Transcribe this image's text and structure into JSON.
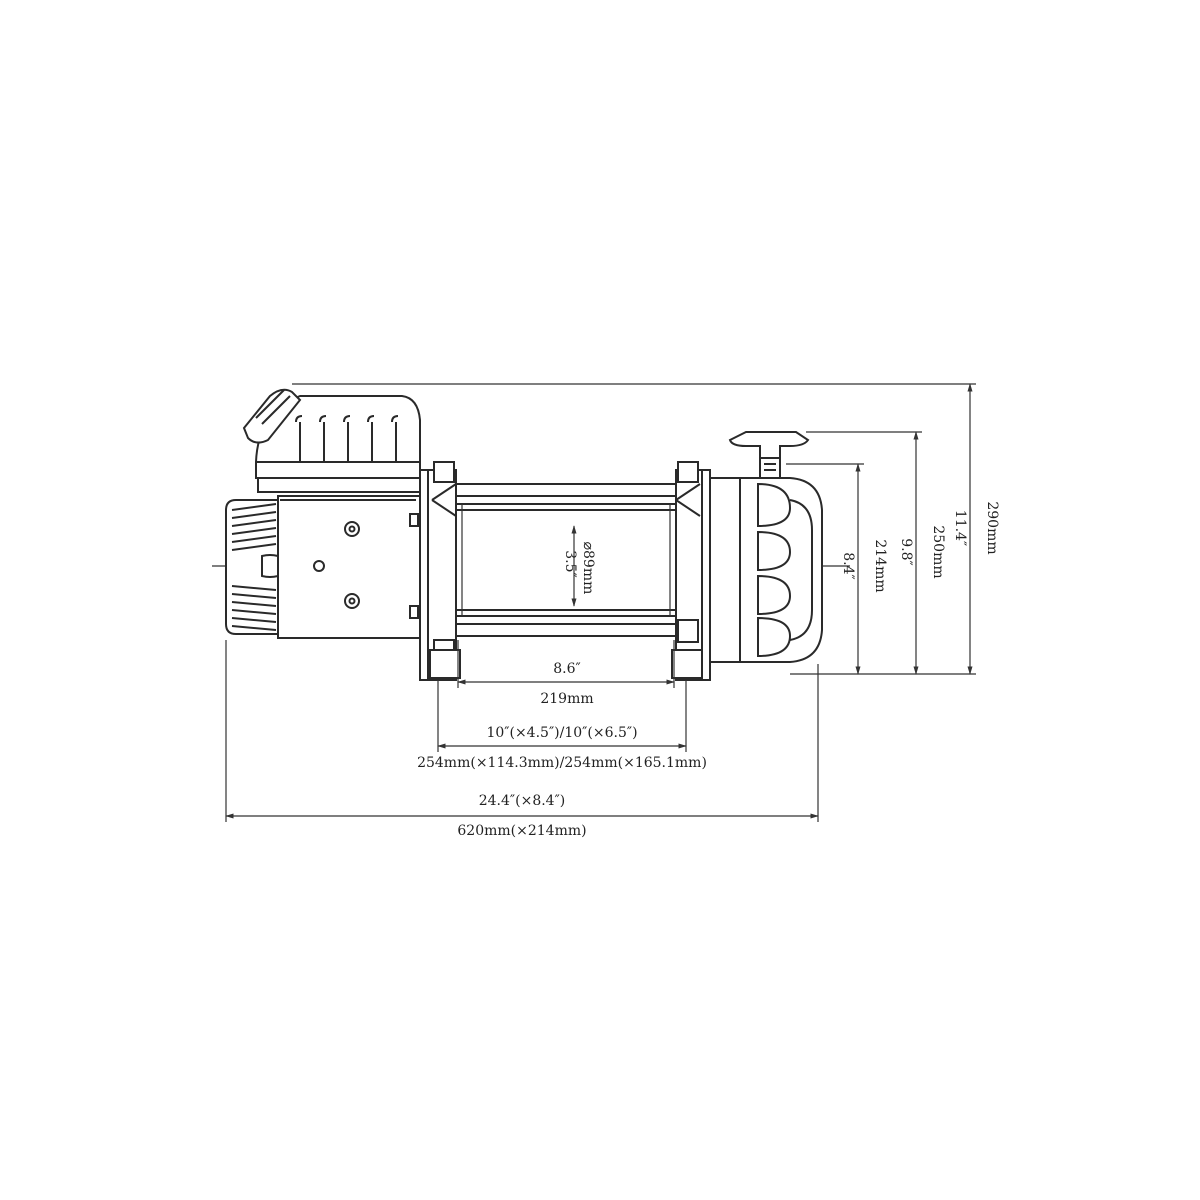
{
  "colors": {
    "line": "#2a2a2a",
    "background": "#ffffff"
  },
  "dimensions": {
    "drum_length_in": "8.6″",
    "drum_length_mm": "219mm",
    "mount_in": "10″(×4.5″)/10″(×6.5″)",
    "mount_mm": "254mm(×114.3mm)/254mm(×165.1mm)",
    "overall_in": "24.4″(×8.4″)",
    "overall_mm": "620mm(×214mm)",
    "drum_dia_in": "3.5″",
    "drum_dia_mm": "⌀89mm",
    "height_1_in": "8.4″",
    "height_1_mm": "214mm",
    "height_2_in": "9.8″",
    "height_2_mm": "250mm",
    "height_3_in": "11.4″",
    "height_3_mm": "290mm"
  }
}
